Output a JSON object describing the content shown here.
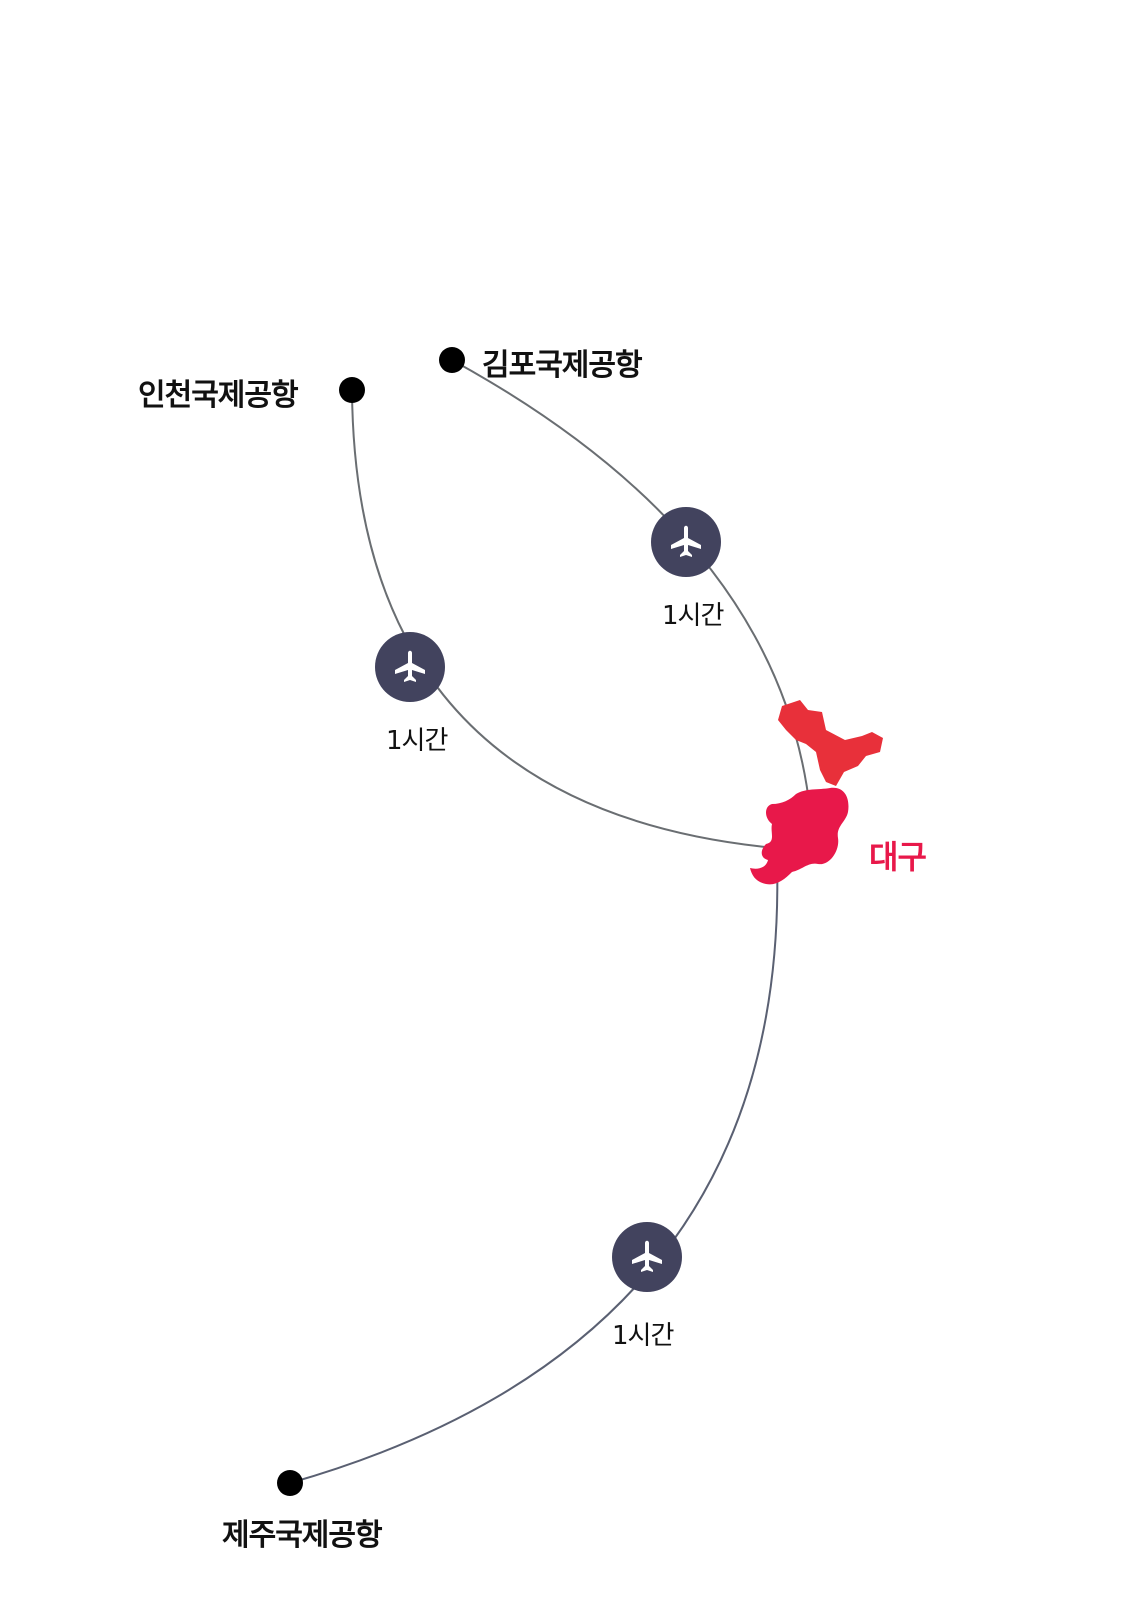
{
  "airports": {
    "incheon": "인천국제공항",
    "gimpo": "김포국제공항",
    "jeju": "제주국제공항"
  },
  "destination": "대구",
  "flights": [
    {
      "from": "인천국제공항",
      "duration": "1시간",
      "icon": "airplane-icon"
    },
    {
      "from": "김포국제공항",
      "duration": "1시간",
      "icon": "airplane-icon"
    },
    {
      "from": "제주국제공항",
      "duration": "1시간",
      "icon": "airplane-icon"
    }
  ],
  "colors": {
    "route_line": "#6a6e72",
    "plane_badge": "#42435e",
    "city_fill": "#e8184a",
    "city_fill_north": "#e8303a",
    "airport_dot": "#000000"
  }
}
